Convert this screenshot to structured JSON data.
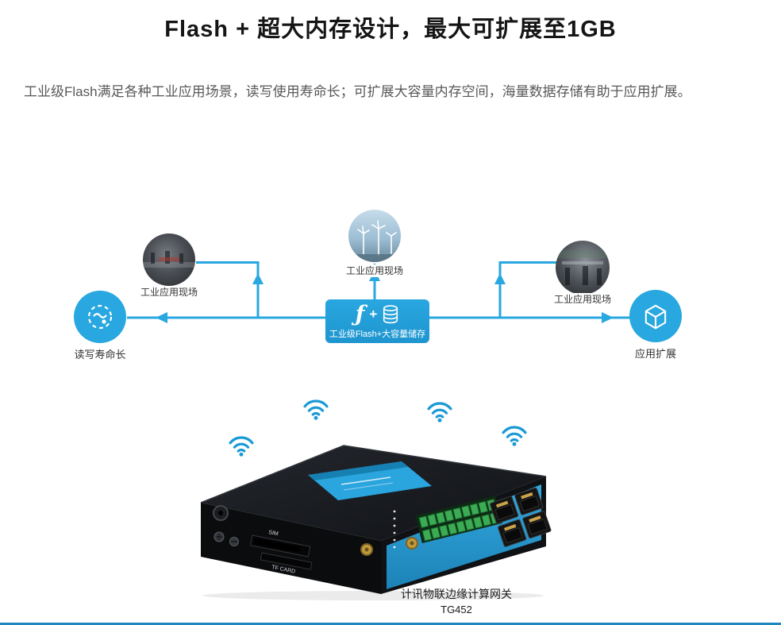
{
  "colors": {
    "accent": "#29a7e0",
    "accent_dark": "#1f86c0"
  },
  "header": {
    "title": "Flash + 超大内存设计，最大可扩展至1GB",
    "description": "工业级Flash满足各种工业应用场景，读写使用寿命长；可扩展大容量内存空间，海量数据存储有助于应用扩展。"
  },
  "diagram": {
    "left_node": {
      "label": "读写寿命长"
    },
    "center_node": {
      "label": "工业级Flash+大容量储存",
      "flash_glyph": "ƒ",
      "plus_glyph": "+"
    },
    "right_node": {
      "label": "应用扩展"
    },
    "photos": [
      {
        "label": "工业应用现场"
      },
      {
        "label": "工业应用现场"
      },
      {
        "label": "工业应用现场"
      }
    ]
  },
  "device": {
    "caption_line1": "计讯物联边缘计算网关",
    "caption_line2": "TG452",
    "sim_label": "SIM",
    "tf_label": "TF CARD"
  }
}
